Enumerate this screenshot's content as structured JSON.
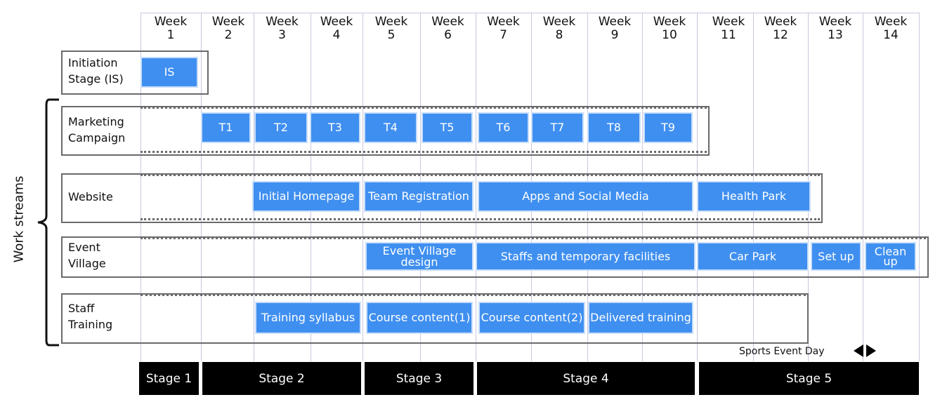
{
  "weeks": [
    {
      "word": "Week",
      "num": "1"
    },
    {
      "word": "Week",
      "num": "2"
    },
    {
      "word": "Week",
      "num": "3"
    },
    {
      "word": "Week",
      "num": "4"
    },
    {
      "word": "Week",
      "num": "5"
    },
    {
      "word": "Week",
      "num": "6"
    },
    {
      "word": "Week",
      "num": "7"
    },
    {
      "word": "Week",
      "num": "8"
    },
    {
      "word": "Week",
      "num": "9"
    },
    {
      "word": "Week",
      "num": "10"
    },
    {
      "word": "Week",
      "num": "11"
    },
    {
      "word": "Week",
      "num": "12"
    },
    {
      "word": "Week",
      "num": "13"
    },
    {
      "word": "Week",
      "num": "14"
    }
  ],
  "side_label": "Work streams",
  "rows": {
    "initiation": {
      "line1": "Initiation",
      "line2": "Stage (IS)"
    },
    "marketing": {
      "line1": "Marketing",
      "line2": "Campaign"
    },
    "website": {
      "line1": "Website"
    },
    "event_village": {
      "line1": "Event",
      "line2": "Village"
    },
    "staff_training": {
      "line1": "Staff",
      "line2": "Training"
    }
  },
  "tasks": {
    "is": "IS",
    "t1": "T1",
    "t2": "T2",
    "t3": "T3",
    "t4": "T4",
    "t5": "T5",
    "t6": "T6",
    "t7": "T7",
    "t8": "T8",
    "t9": "T9",
    "initial_homepage": "Initial Homepage",
    "team_registration": "Team Registration",
    "apps_social": "Apps and Social Media",
    "health_park": "Health Park",
    "ev_design_1": "Event Village",
    "ev_design_2": "design",
    "staffs_facilities": "Staffs and temporary facilities",
    "car_park": "Car Park",
    "set_up": "Set up",
    "clean_1": "Clean",
    "clean_2": "up",
    "training_syllabus": "Training syllabus",
    "course_content_1": "Course content(1)",
    "course_content_2": "Course content(2)",
    "delivered_training": "Delivered training"
  },
  "event_day_label": "Sports Event Day",
  "stages": [
    "Stage 1",
    "Stage 2",
    "Stage 3",
    "Stage 4",
    "Stage 5"
  ],
  "colors": {
    "task_blue": "#3f8ff0",
    "stage_black": "#000000"
  }
}
